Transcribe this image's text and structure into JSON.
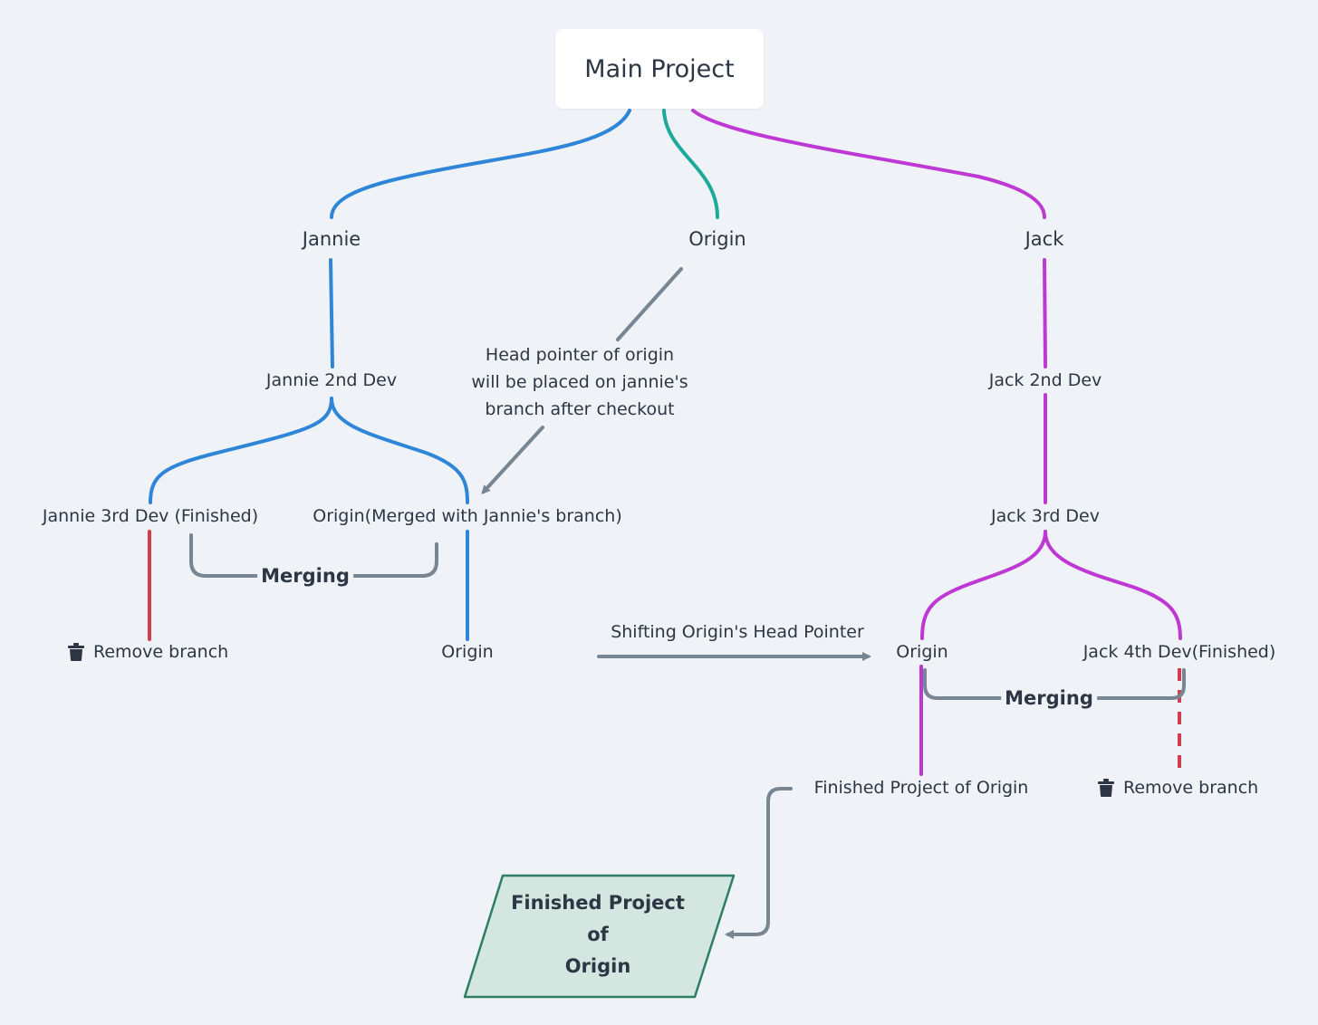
{
  "diagram": {
    "root": "Main Project",
    "branches": {
      "jannie": "Jannie",
      "origin": "Origin",
      "jack": "Jack"
    },
    "jannie_nodes": {
      "second_dev": "Jannie 2nd Dev",
      "third_dev": "Jannie 3rd Dev (Finished)",
      "origin_merged": "Origin(Merged with Jannie's branch)",
      "merging": "Merging",
      "remove_branch": "Remove branch",
      "origin": "Origin"
    },
    "note": {
      "line1": "Head pointer of origin",
      "line2": "will be placed on jannie's",
      "line3": "branch after checkout"
    },
    "shift_label": "Shifting Origin's Head Pointer",
    "jack_nodes": {
      "second_dev": "Jack 2nd Dev",
      "third_dev": "Jack 3rd Dev",
      "origin": "Origin",
      "fourth_dev": "Jack 4th Dev(Finished)",
      "merging": "Merging",
      "finished_origin": "Finished Project of Origin",
      "remove_branch": "Remove branch"
    },
    "summary": {
      "line1": "Finished Project",
      "line2": "of",
      "line3": "Origin"
    },
    "colors": {
      "background": "#eff3f7",
      "jannie_branch": "#2f86d8",
      "origin_branch": "#1fa99b",
      "jack_branch": "#be38d4",
      "removed_branch": "#d23c4f",
      "connector": "#788593",
      "summary_fill": "#d4e6e0",
      "summary_stroke": "#2d7e63",
      "text": "#2c3644"
    },
    "icons": [
      "trash-icon",
      "arrow-right-icon",
      "arrow-left-icon"
    ]
  }
}
